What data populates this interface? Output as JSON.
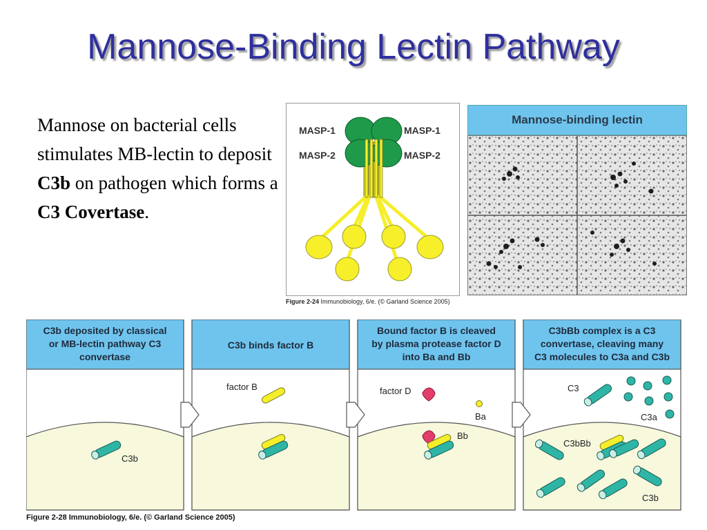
{
  "slide": {
    "title": "Mannose-Binding Lectin Pathway",
    "paragraph": {
      "t1": "Mannose on bacterial cells stimulates MB-lectin to deposit ",
      "b1": "C3b",
      "t2": " on pathogen which forms a ",
      "b2": "C3 Covertase",
      "t3": "."
    }
  },
  "figure_top": {
    "labels": {
      "masp1_left": "MASP-1",
      "masp2_left": "MASP-2",
      "masp1_right": "MASP-1",
      "masp2_right": "MASP-2"
    },
    "caption_bold": "Figure 2-24",
    "caption_rest": "  Immunobiology, 6/e. (© Garland Science 2005)",
    "micrograph_title": "Mannose-binding lectin"
  },
  "figure_bottom": {
    "panels": [
      {
        "header": [
          "C3b deposited by classical",
          "or MB-lectin pathway C3",
          "convertase"
        ]
      },
      {
        "header": [
          "C3b binds factor B"
        ]
      },
      {
        "header": [
          "Bound factor B is cleaved",
          "by plasma protease factor D",
          "into Ba and Bb"
        ]
      },
      {
        "header": [
          "C3bBb complex is a C3",
          "convertase, cleaving many",
          "C3 molecules to C3a and C3b"
        ]
      }
    ],
    "labels": {
      "p1_c3b": "C3b",
      "p2_factorB": "factor B",
      "p3_factorD": "factor D",
      "p3_ba": "Ba",
      "p3_bb": "Bb",
      "p4_c3": "C3",
      "p4_c3a": "C3a",
      "p4_c3bbb": "C3bBb",
      "p4_c3b": "C3b"
    },
    "caption": "Figure 2-28  Immunobiology, 6/e. (© Garland Science 2005)"
  },
  "colors": {
    "title": "#2f2f9e",
    "header_blue": "#6fc4ee",
    "masp_green": "#1f9a4a",
    "lectin_yellow": "#f5ee2a",
    "cell_fill": "#f7f8dc",
    "c3_teal": "#2eb5a5",
    "factor_d_pink": "#e23d6b"
  }
}
